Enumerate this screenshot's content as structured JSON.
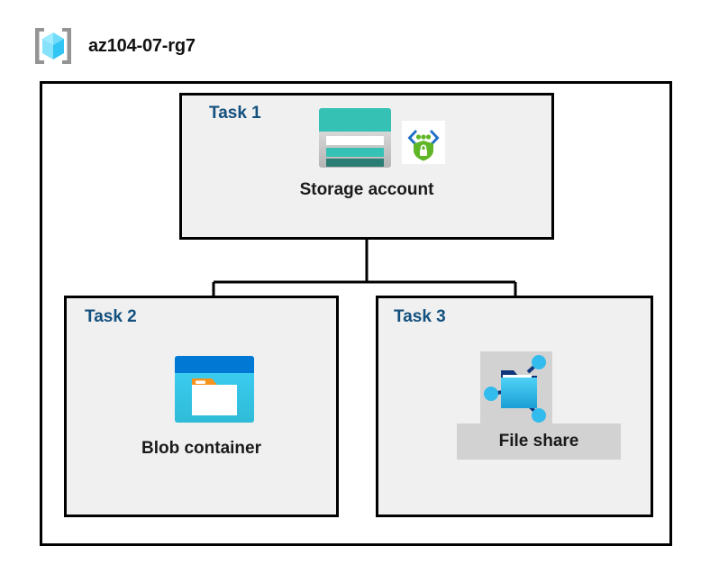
{
  "header": {
    "title": "az104-07-rg7",
    "icon": "resource-group-icon"
  },
  "diagram": {
    "type": "azure-architecture",
    "container_name": "az104-07-rg7",
    "nodes": [
      {
        "task_label": "Task 1",
        "name": "Storage account",
        "icons": [
          "storage-account-icon",
          "secure-endpoint-icon"
        ],
        "highlighted": false
      },
      {
        "task_label": "Task 2",
        "name": "Blob container",
        "icons": [
          "blob-container-icon"
        ],
        "highlighted": false
      },
      {
        "task_label": "Task 3",
        "name": "File share",
        "icons": [
          "file-share-icon"
        ],
        "highlighted": true
      }
    ],
    "connections": [
      {
        "from": "Storage account",
        "to": "Blob container"
      },
      {
        "from": "Storage account",
        "to": "File share"
      }
    ],
    "colors": {
      "task_label": "#13507e",
      "node_label": "#1a1a1a",
      "box_fill": "#f0f0f0",
      "box_border": "#000000",
      "page_background": "#ffffff",
      "highlight": "#d2d2d2",
      "storage_teal": "#35c1b4",
      "storage_dark_teal": "#2a7d73",
      "blob_blue": "#0078d4",
      "blob_cyan": "#32c5f4",
      "blob_orange": "#f7941e",
      "fileshare_blue": "#32bced",
      "fileshare_navy": "#10357a",
      "shield_green": "#5fb626",
      "bracket_blue": "#1f6fc4",
      "cube_cyan": "#50e6ff",
      "bracket_gray": "#949494"
    }
  }
}
